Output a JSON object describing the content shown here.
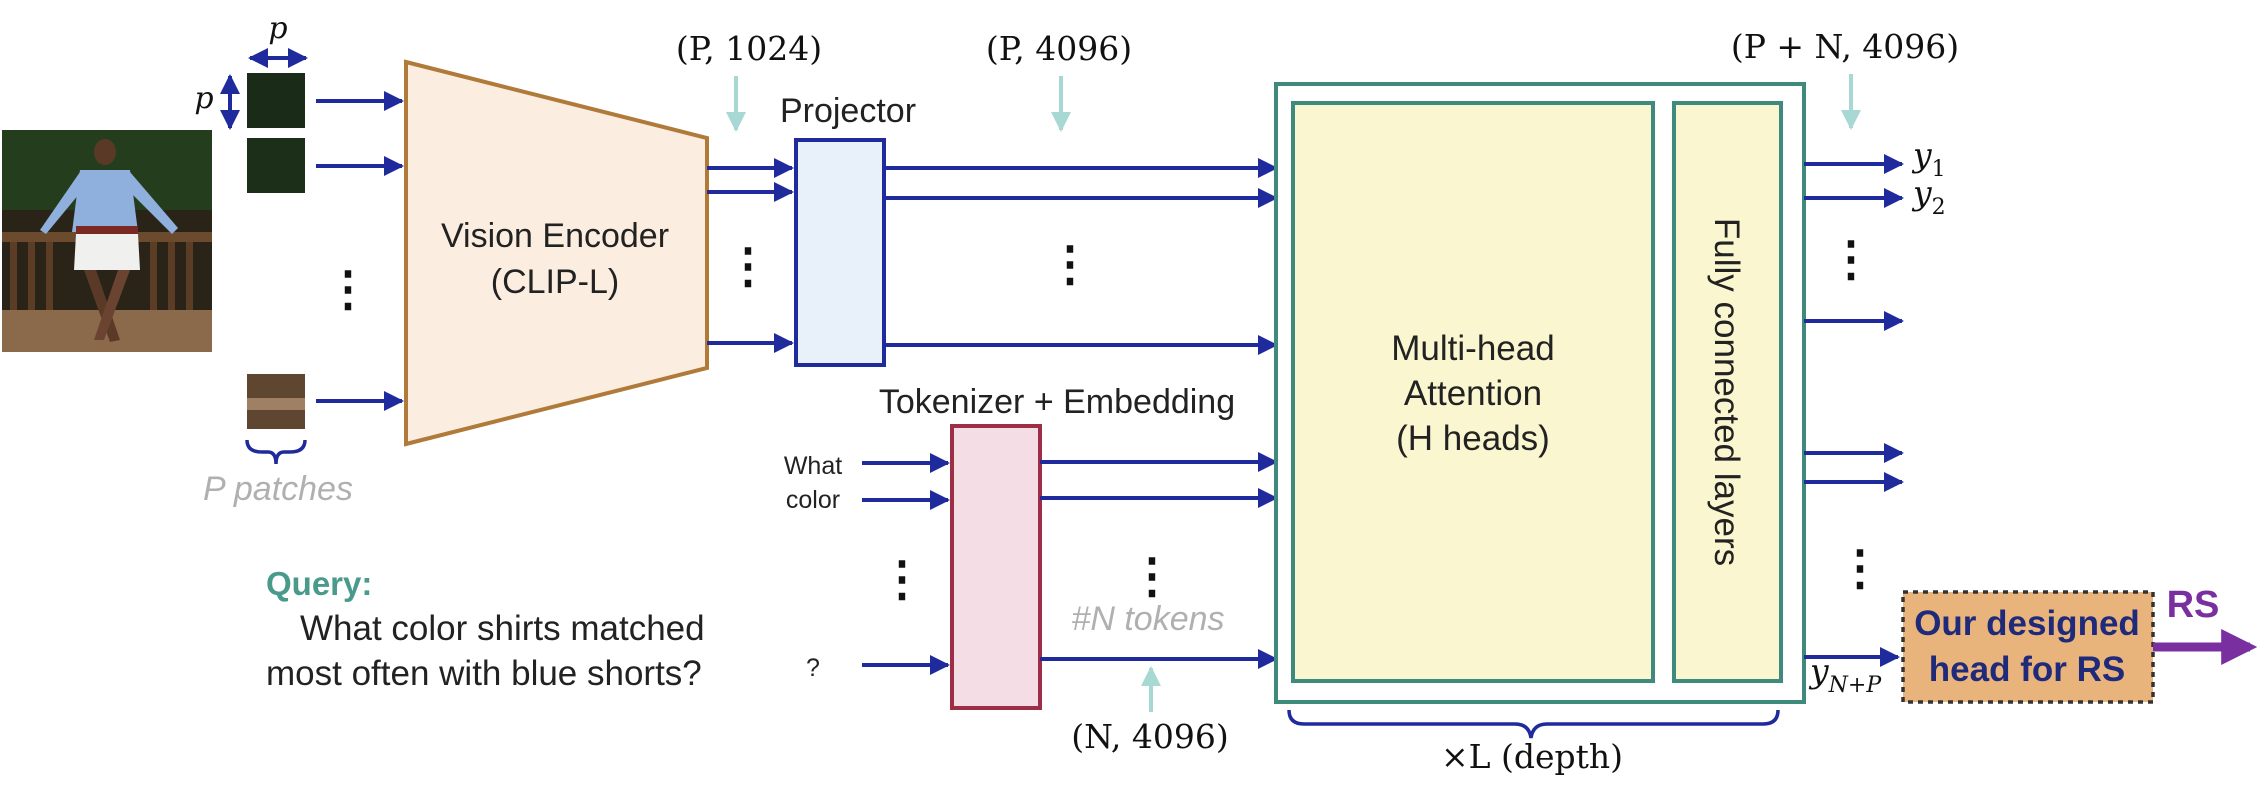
{
  "labels": {
    "patch_size_h": "p",
    "patch_size_v": "p",
    "p_patches": "P patches",
    "vision_encoder_line1": "Vision Encoder",
    "vision_encoder_line2": "(CLIP-L)",
    "projector": "Projector",
    "tokenizer": "Tokenizer + Embedding",
    "dim_p1024": "(P, 1024)",
    "dim_p4096": "(P, 4096)",
    "dim_pn4096": "(P + N, 4096)",
    "dim_n4096": "(N, 4096)",
    "n_tokens": "#N tokens",
    "mha_line1": "Multi-head",
    "mha_line2": "Attention",
    "mha_line3": "(H heads)",
    "fc_layers": "Fully connected layers",
    "depth": "×L (depth)",
    "y1": "y",
    "y1_sub": "1",
    "y2": "y",
    "y2_sub": "2",
    "yNP": "y",
    "yNP_sub": "N+P",
    "rs_head_line1": "Our designed",
    "rs_head_line2": "head for RS",
    "rs": "RS",
    "query_label": "Query:",
    "query_line1": "What color shirts matched",
    "query_line2": "most often with blue shorts?",
    "token_what": "What",
    "token_color": "color",
    "token_q": "?",
    "ellipsis": "⋮"
  },
  "colors": {
    "arrow": "#1f2a9c",
    "encoder_fill": "#fbeee0",
    "encoder_stroke": "#b07a3a",
    "projector_fill": "#e8f0fa",
    "projector_stroke": "#1f2a9c",
    "tokenizer_fill": "#f4dde4",
    "tokenizer_stroke": "#9c2f45",
    "transformer_stroke": "#3e8a7c",
    "attention_fill": "#faf6cf",
    "dim_arrow": "#a8d8d3",
    "query_label": "#4a9a8c",
    "gray_text": "#b0b0b0",
    "rs_head_fill": "#e8b47c",
    "rs_head_text": "#1f2a7a",
    "rs_color": "#7a2fa0"
  },
  "icons": {
    "image": "person-photo",
    "patches": "image-patch-thumbnails"
  }
}
